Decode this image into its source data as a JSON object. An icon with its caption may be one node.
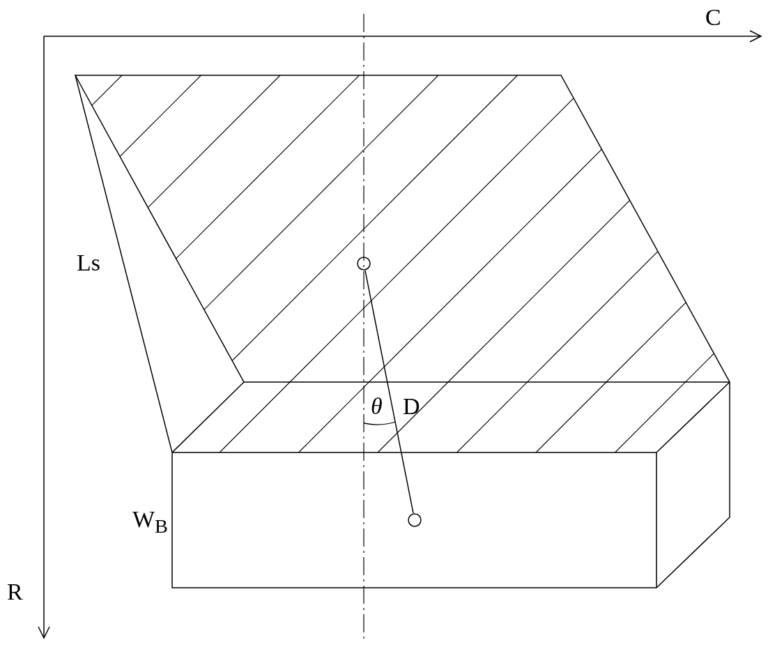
{
  "diagram": {
    "nodes": [
      {
        "text": [],
        "shape": "circle"
      },
      {
        "text": [],
        "shape": "circle"
      }
    ],
    "edges": [
      {
        "from": 0,
        "to": 1,
        "arrow": "none",
        "label": "D"
      }
    ],
    "labels": [
      "C",
      "Ls",
      "θ",
      "W$_{B}$",
      "R"
    ]
  }
}
